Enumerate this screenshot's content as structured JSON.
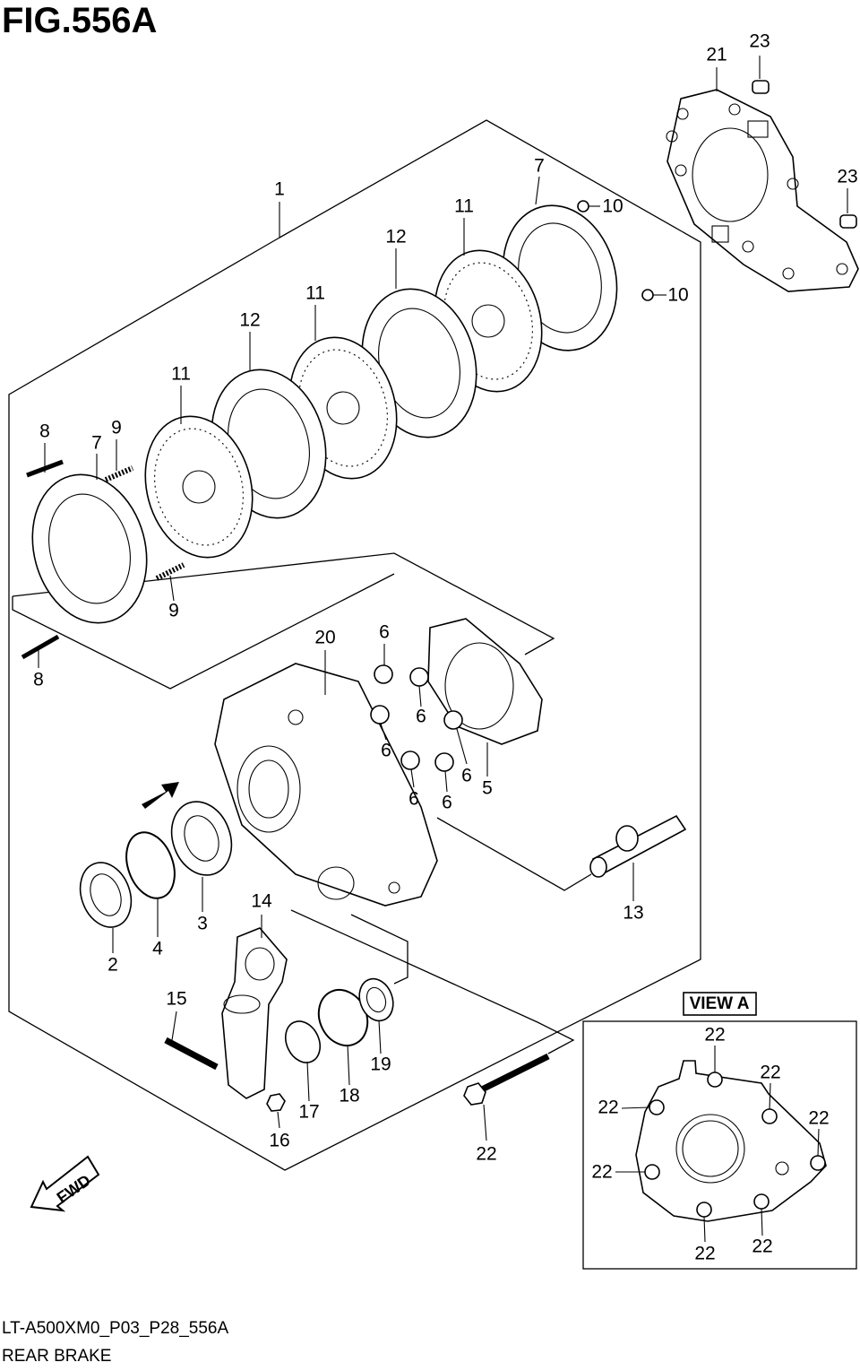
{
  "figure": {
    "title": "FIG.556A",
    "code": "LT-A500XM0_P03_P28_556A",
    "name": "REAR BRAKE"
  },
  "fwd_label": "FWD",
  "view": {
    "label": "VIEW A",
    "callouts": [
      "22",
      "22",
      "22",
      "22",
      "22",
      "22",
      "22"
    ]
  },
  "callouts": [
    "1",
    "2",
    "3",
    "4",
    "5",
    "6",
    "6",
    "6",
    "6",
    "6",
    "6",
    "7",
    "7",
    "8",
    "8",
    "9",
    "9",
    "10",
    "10",
    "11",
    "11",
    "11",
    "12",
    "12",
    "13",
    "14",
    "15",
    "16",
    "17",
    "18",
    "19",
    "20",
    "21",
    "22",
    "23",
    "23"
  ]
}
